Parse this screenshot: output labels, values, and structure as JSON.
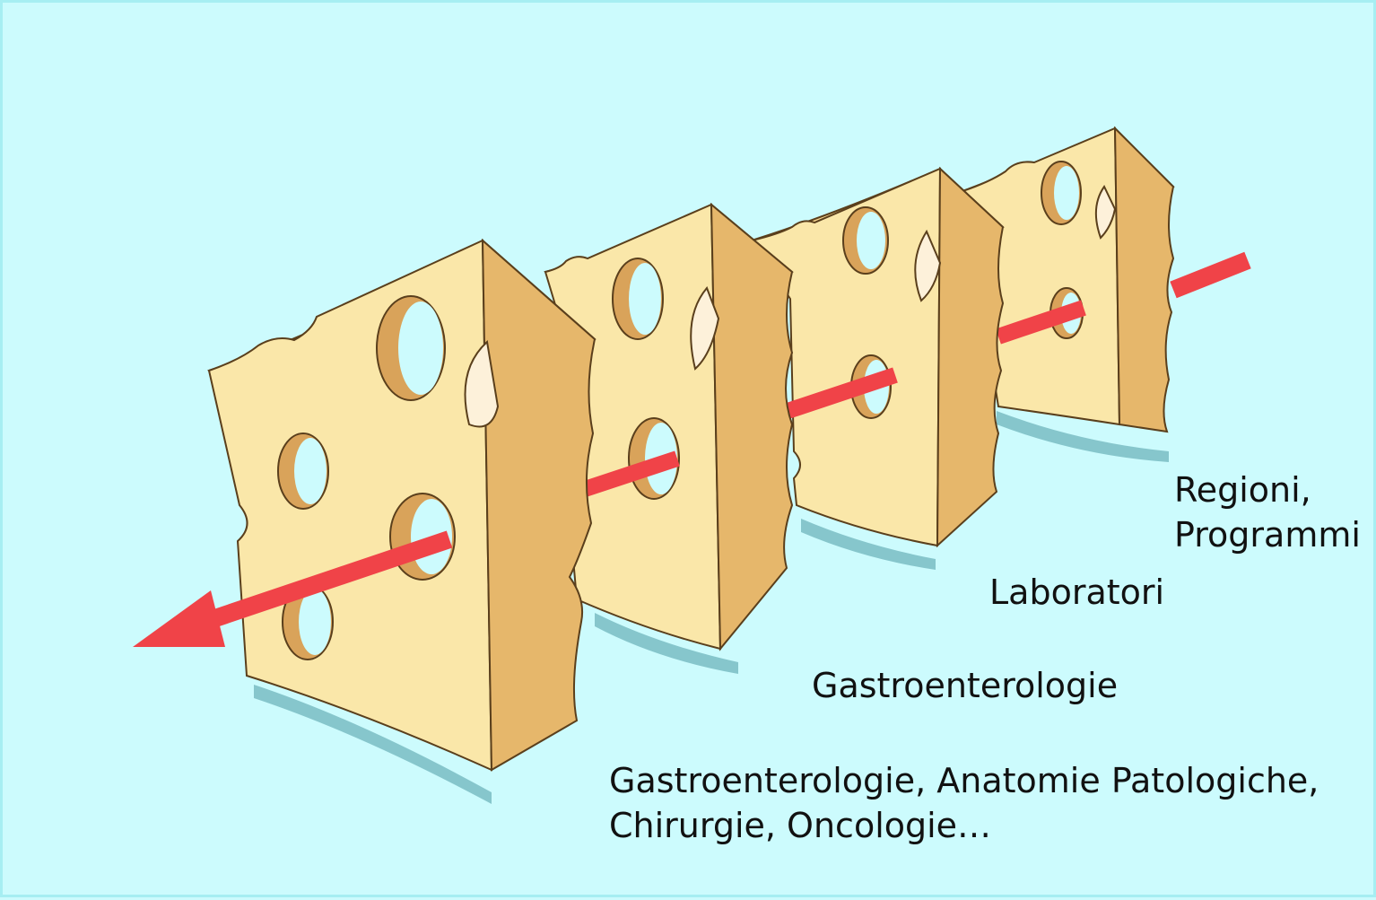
{
  "colors": {
    "background": "#ccfbfd",
    "cheese_front": "#fae7a9",
    "cheese_side": "#e6b76b",
    "cheese_top": "#f6d58f",
    "hole_inner": "#d9a35a",
    "outline": "#5a3f1c",
    "shadow": "#86c6cc",
    "arrow": "#f04348"
  },
  "layers": [
    {
      "name": "regioni-programmi",
      "lines": [
        "Regioni,",
        "Programmi"
      ]
    },
    {
      "name": "laboratori",
      "lines": [
        "Laboratori"
      ]
    },
    {
      "name": "gastroenterologie",
      "lines": [
        "Gastroenterologie"
      ]
    },
    {
      "name": "multidisciplinary",
      "lines": [
        "Gastroenterologie, Anatomie Patologiche,",
        "Chirurgie, Oncologie…"
      ]
    }
  ],
  "icons": [
    "cheese-slice-icon",
    "arrow-icon"
  ]
}
